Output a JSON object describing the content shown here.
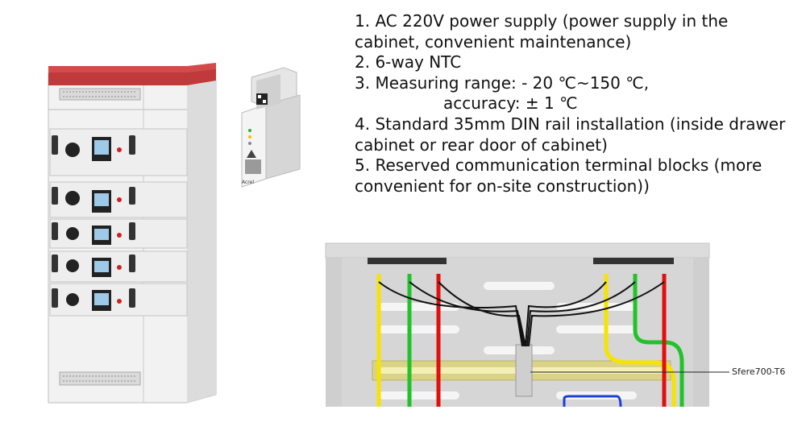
{
  "features": [
    {
      "line": "1. AC 220V power supply (power supply in the cabinet, convenient maintenance)"
    },
    {
      "line": "2. 6-way NTC"
    },
    {
      "line": "3. Measuring range: - 20 ℃~150 ℃,",
      "line2": "accuracy: ± 1 ℃"
    },
    {
      "line": "4. Standard 35mm DIN rail installation (inside drawer cabinet or rear door of cabinet)"
    },
    {
      "line": "5. Reserved communication terminal blocks (more convenient for on-site construction))"
    }
  ],
  "callout": {
    "label": "Sfere700-T6"
  },
  "device": {
    "brand": "Acrel"
  },
  "colors": {
    "cabinet_top": "#c0393b",
    "cabinet_body": "#ececec",
    "wire_yellow": "#f5e400",
    "wire_green": "#22c22a",
    "wire_red": "#e01010",
    "wire_blue": "#1a3fd6",
    "rail": "#d9d38a"
  },
  "icons": [
    "qr-code-icon",
    "warning-icon",
    "status-led-icon"
  ]
}
